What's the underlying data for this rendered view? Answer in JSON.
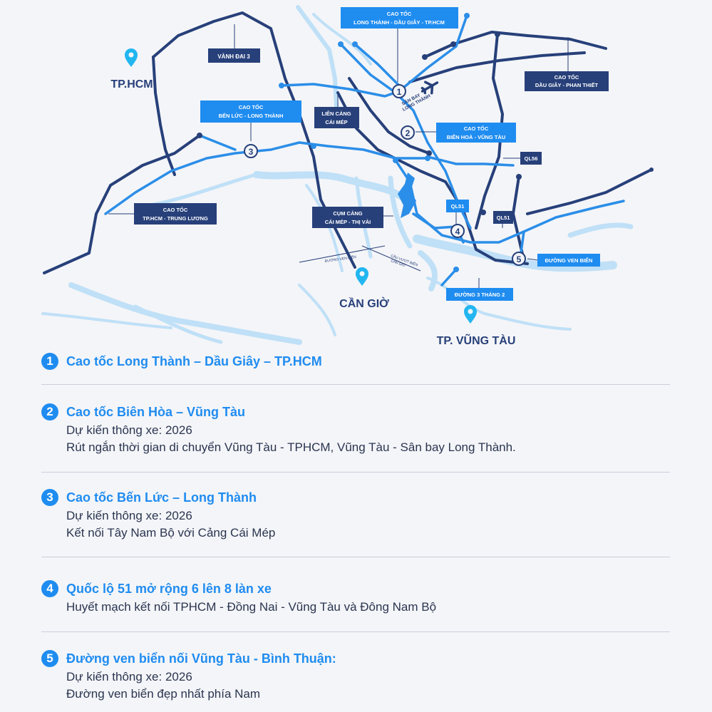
{
  "map": {
    "colors": {
      "water": "#bfe0f7",
      "road_dark": "#27407a",
      "road_light": "#2b8ee8",
      "label_bg": "#27407a",
      "label_bg_light": "#1f8cf0",
      "pin": "#22b6f0"
    },
    "cities": {
      "hcm": "TP.HCM",
      "cangio": "CẦN GIỜ",
      "vungtau": "TP. VŨNG TÀU"
    },
    "labels": {
      "ring3": "VÀNH ĐAI 3",
      "lt_dg_1": "CAO TỐC",
      "lt_dg_2": "LONG THÀNH - DẦU GIÂY - TP.HCM",
      "dg_pt_1": "CAO TỐC",
      "dg_pt_2": "DẦU GIÂY - PHAN THIẾT",
      "bl_lt_1": "CAO TỐC",
      "bl_lt_2": "BẾN LỨC - LONG THÀNH",
      "lcm_1": "LIÊN CẢNG",
      "lcm_2": "CÁI MÉP",
      "bh_vt_1": "CAO TỐC",
      "bh_vt_2": "BIÊN HOÀ - VŨNG TÀU",
      "ql56": "QL56",
      "ql51a": "QL51",
      "ql51b": "QL51",
      "hcm_tl_1": "CAO TỐC",
      "hcm_tl_2": "TP.HCM - TRUNG LƯƠNG",
      "cmtv_1": "CỤM CẢNG",
      "cmtv_2": "CÁI MÉP - THỊ VẢI",
      "venbien": "ĐƯỜNG VEN BIỂN",
      "d3t2": "ĐƯỜNG 3 THÁNG 2",
      "airport_1": "SÂN BAY",
      "airport_2": "LONG THÀNH",
      "small_road_1": "ĐƯỜNG VEN BIỂN",
      "small_bridge_1": "CẦU VƯỢT BIỂN",
      "small_bridge_2": "CẦN GIỜ"
    },
    "markers": [
      "1",
      "2",
      "3",
      "4",
      "5"
    ]
  },
  "items": [
    {
      "num": "1",
      "title": "Cao tốc Long Thành – Dầu Giây – TP.HCM",
      "lines": []
    },
    {
      "num": "2",
      "title": "Cao tốc Biên Hòa – Vũng Tàu",
      "lines": [
        "Dự kiến thông xe: 2026",
        "Rút ngắn thời gian di chuyển Vũng Tàu - TPHCM, Vũng Tàu - Sân bay Long Thành."
      ]
    },
    {
      "num": "3",
      "title": "Cao tốc Bến Lức – Long Thành",
      "lines": [
        "Dự kiến thông xe: 2026",
        "Kết nối Tây Nam Bộ với Cảng Cái Mép"
      ]
    },
    {
      "num": "4",
      "title": "Quốc lộ 51 mở rộng 6 lên 8 làn xe",
      "lines": [
        "Huyết mạch kết nối TPHCM - Đồng Nai - Vũng Tàu và Đông Nam Bộ"
      ]
    },
    {
      "num": "5",
      "title": "Đường ven biển nối Vũng Tàu - Bình Thuận:",
      "lines": [
        "Dự kiến thông xe: 2026",
        "Đường ven biển đẹp nhất phía Nam"
      ]
    }
  ]
}
